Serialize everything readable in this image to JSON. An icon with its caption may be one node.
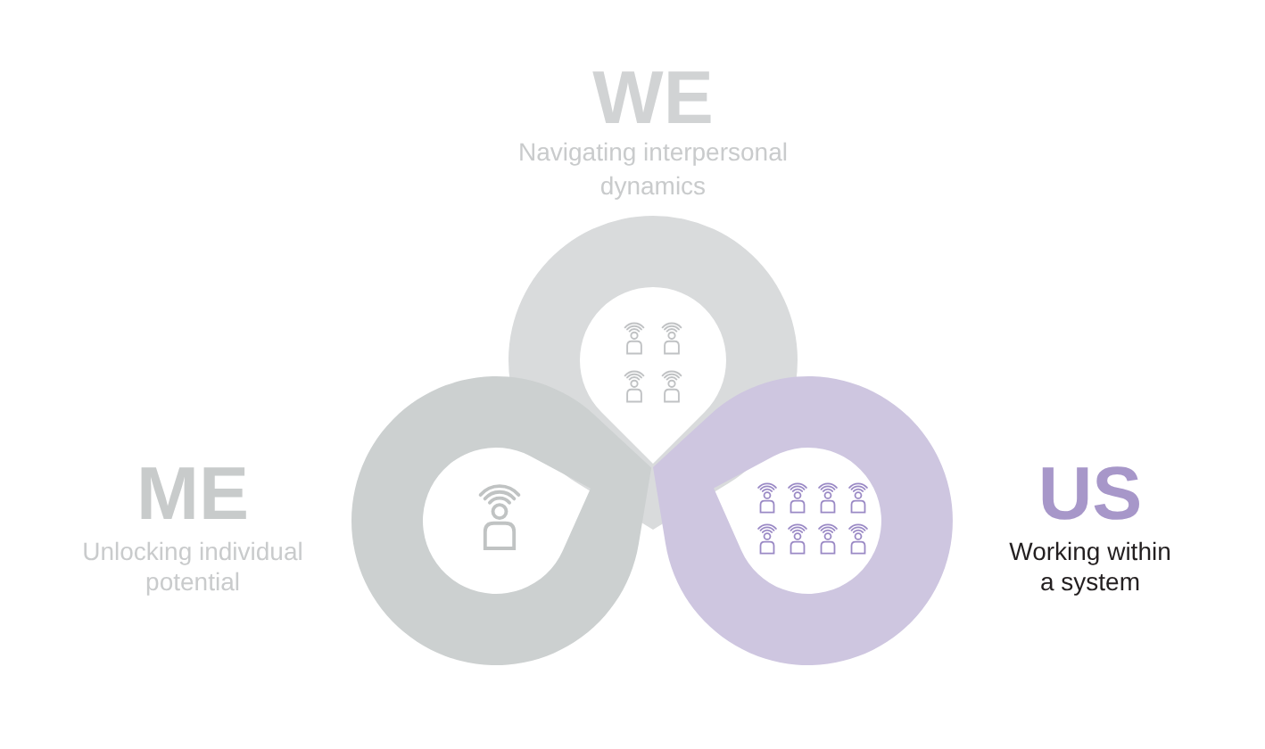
{
  "diagram": {
    "nodes": [
      {
        "text": [
          "WE",
          "Navigating interpersonal dynamics"
        ]
      },
      {
        "text": [
          "ME",
          "Unlocking individual potential"
        ]
      },
      {
        "text": [
          "US",
          "Working within a system"
        ]
      }
    ]
  }
}
